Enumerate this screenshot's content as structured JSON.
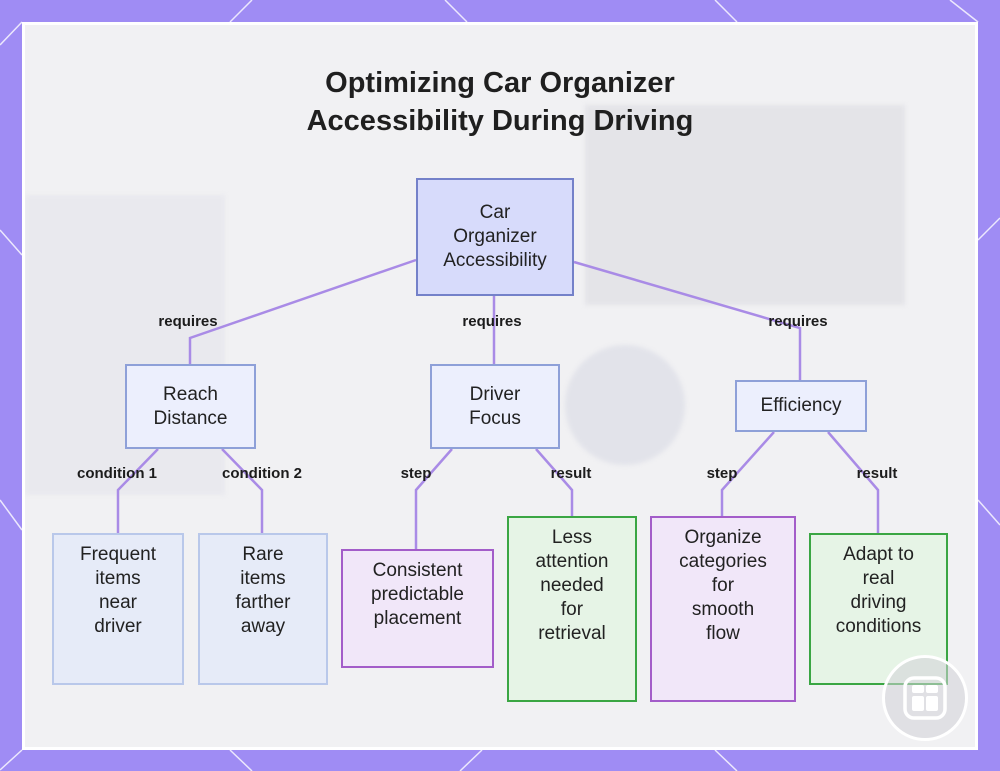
{
  "title": {
    "line1": "Optimizing Car Organizer",
    "line2": "Accessibility During Driving"
  },
  "nodes": {
    "root": [
      "Car",
      "Organizer",
      "Accessibility"
    ],
    "reach": [
      "Reach",
      "Distance"
    ],
    "focus": [
      "Driver",
      "Focus"
    ],
    "efficiency": [
      "Efficiency"
    ],
    "frequent": [
      "Frequent",
      "items",
      "near",
      "driver"
    ],
    "rare": [
      "Rare",
      "items",
      "farther",
      "away"
    ],
    "consistent": [
      "Consistent",
      "predictable",
      "placement"
    ],
    "less": [
      "Less",
      "attention",
      "needed",
      "for",
      "retrieval"
    ],
    "organize": [
      "Organize",
      "categories",
      "for",
      "smooth",
      "flow"
    ],
    "adapt": [
      "Adapt to",
      "real",
      "driving",
      "conditions"
    ]
  },
  "edge_labels": {
    "req1": "requires",
    "req2": "requires",
    "req3": "requires",
    "cond1": "condition 1",
    "cond2": "condition 2",
    "step1": "step",
    "result1": "result",
    "step2": "step",
    "result2": "result"
  },
  "colors": {
    "edge": "#a98be6",
    "frame": "#9f8cf4"
  },
  "icons": {
    "badge": "grid-app-icon"
  }
}
